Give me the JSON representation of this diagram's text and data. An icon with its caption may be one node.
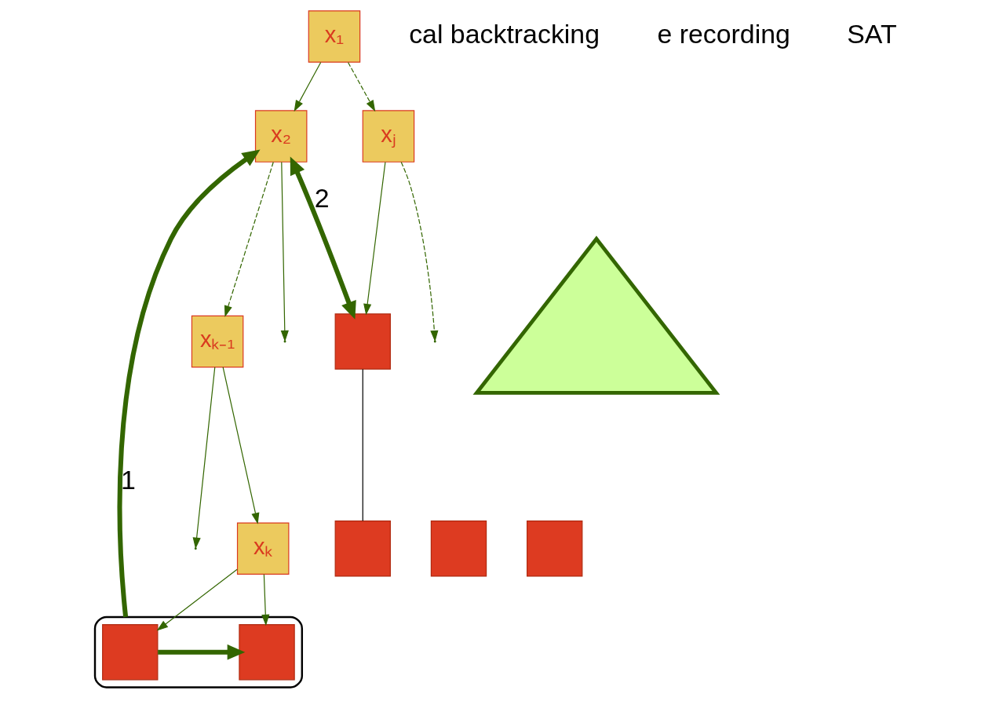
{
  "diagram": {
    "nodes": [
      {
        "text": [
          "x₁"
        ]
      },
      {
        "text": [
          "x₂"
        ]
      },
      {
        "text": [
          "xⱼ"
        ]
      },
      {
        "text": [
          "xₖ₋₁"
        ]
      },
      {
        "text": [
          "xₖ"
        ]
      },
      {
        "text": [],
        "shape": "box"
      },
      {
        "text": [],
        "shape": "box",
        "in": 5
      },
      {
        "text": [],
        "shape": "box",
        "in": 5
      },
      {
        "text": [],
        "shape": "box"
      },
      {
        "text": [],
        "shape": "triangle"
      },
      {
        "text": [],
        "shape": "box"
      },
      {
        "text": [],
        "shape": "box"
      },
      {
        "text": [],
        "shape": "box"
      }
    ],
    "edges": [
      {
        "from": 0,
        "to": 1,
        "arrow": "to"
      },
      {
        "from": 0,
        "to": 2,
        "arrow": "to",
        "style": "dashed"
      },
      {
        "from": 1,
        "to": 3,
        "arrow": "to",
        "style": "dashed"
      },
      {
        "from": 1,
        "to": null,
        "arrow": "to"
      },
      {
        "from": 2,
        "to": 8,
        "arrow": "to"
      },
      {
        "from": 2,
        "to": null,
        "arrow": "to",
        "style": "dashed"
      },
      {
        "from": 3,
        "to": 4,
        "arrow": "to"
      },
      {
        "from": 3,
        "to": null,
        "arrow": "to"
      },
      {
        "from": 4,
        "to": 6,
        "arrow": "to"
      },
      {
        "from": 4,
        "to": 7,
        "arrow": "to"
      },
      {
        "from": 6,
        "to": 7,
        "arrow": "to",
        "style": "thick"
      },
      {
        "from": 5,
        "to": 1,
        "arrow": "to",
        "style": "thick",
        "label": "1"
      },
      {
        "from": 1,
        "to": 8,
        "arrow": "both",
        "style": "thick",
        "label": "2"
      },
      {
        "from": 8,
        "to": 11,
        "arrow": "none",
        "color": "#000000"
      }
    ],
    "labels": [
      "cal backtracking",
      "e recording",
      "SAT"
    ]
  }
}
